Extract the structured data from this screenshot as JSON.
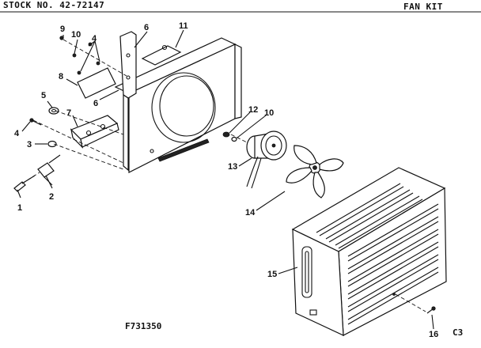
{
  "header": {
    "stock_label": "STOCK NO. 42-72147",
    "kit_title": "FAN KIT"
  },
  "footer": {
    "drawing_number": "F731350",
    "page_code": "C3"
  },
  "callouts": [
    "1",
    "2",
    "3",
    "4",
    "4",
    "5",
    "6",
    "6",
    "7",
    "8",
    "9",
    "10",
    "10",
    "11",
    "12",
    "13",
    "14",
    "15",
    "16"
  ]
}
